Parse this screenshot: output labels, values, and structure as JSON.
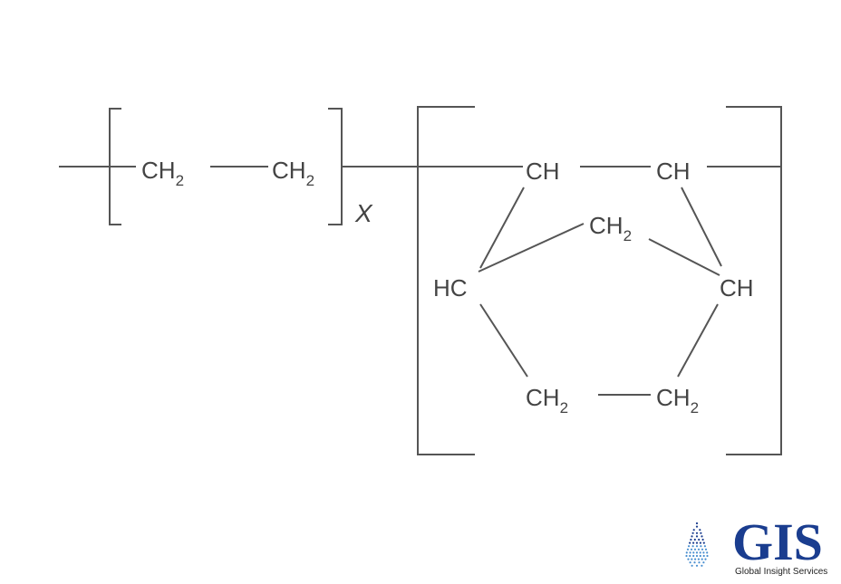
{
  "structure": {
    "unit1": {
      "atom1": "CH",
      "atom1_sub": "2",
      "atom2": "CH",
      "atom2_sub": "2",
      "multiplier": "X"
    },
    "unit2": {
      "top_left": "CH",
      "top_right": "CH",
      "bridge": "CH",
      "bridge_sub": "2",
      "left": "HC",
      "right": "CH",
      "bottom_left": "CH",
      "bottom_left_sub": "2",
      "bottom_right": "CH",
      "bottom_right_sub": "2"
    }
  },
  "logo": {
    "acronym": "GIS",
    "name": "Global Insight Services",
    "brand_color": "#1a3d8f",
    "icon": "dotted-drop-icon"
  }
}
